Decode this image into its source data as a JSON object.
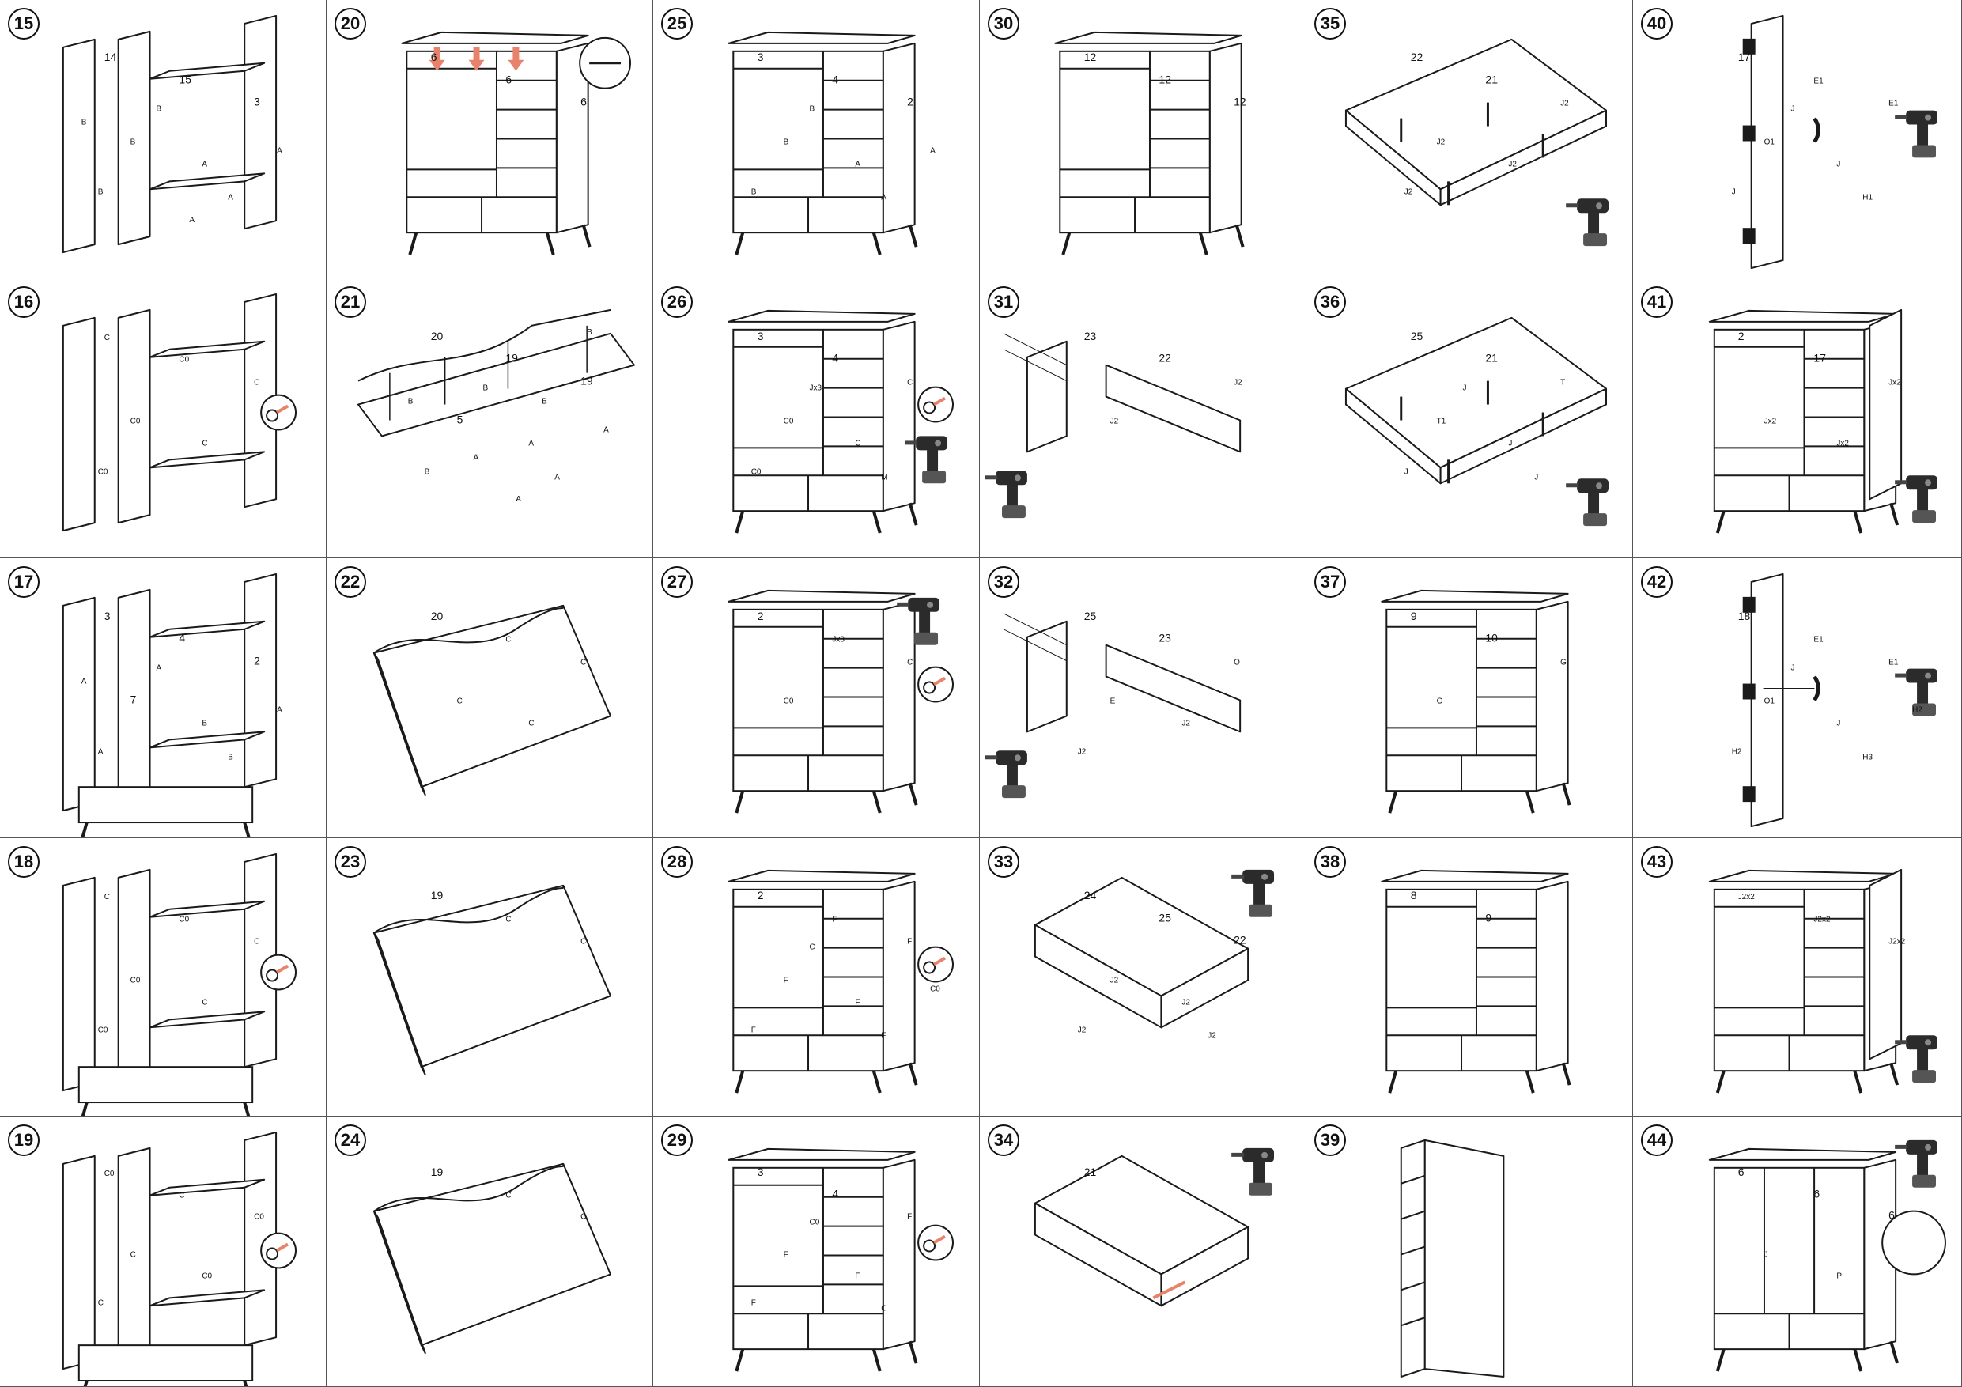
{
  "sheet": {
    "columns": 6,
    "rows": 5,
    "accent_arrow_color": "#e8826a",
    "line_color": "#1a1a1a",
    "steps": [
      {
        "number": "15",
        "kind": "frame",
        "labels": [
          "14",
          "15",
          "3",
          "B",
          "A",
          "B",
          "A",
          "B",
          "A",
          "B",
          "A"
        ]
      },
      {
        "number": "20",
        "kind": "wardrobe-partial",
        "labels": [
          "6",
          "6",
          "6"
        ]
      },
      {
        "number": "25",
        "kind": "wardrobe-open",
        "labels": [
          "3",
          "4",
          "2",
          "B",
          "A",
          "B",
          "A",
          "B",
          "A"
        ]
      },
      {
        "number": "30",
        "kind": "wardrobe-open",
        "labels": [
          "12",
          "12",
          "12"
        ]
      },
      {
        "number": "35",
        "kind": "panel-box",
        "labels": [
          "22",
          "21",
          "J2",
          "J2",
          "J2",
          "J2"
        ]
      },
      {
        "number": "40",
        "kind": "door-panel",
        "labels": [
          "17",
          "E1",
          "E1",
          "O1",
          "J",
          "J",
          "H1",
          "J"
        ]
      },
      {
        "number": "16",
        "kind": "frame",
        "labels": [
          "C",
          "C0",
          "C",
          "C0",
          "C",
          "C0"
        ]
      },
      {
        "number": "21",
        "kind": "base-frame",
        "labels": [
          "20",
          "19",
          "19",
          "5",
          "A",
          "B",
          "A",
          "B",
          "A",
          "B",
          "A",
          "B",
          "A",
          "B"
        ]
      },
      {
        "number": "26",
        "kind": "wardrobe-open",
        "labels": [
          "3",
          "4",
          "C",
          "C0",
          "C",
          "C0",
          "M",
          "Jx3"
        ]
      },
      {
        "number": "31",
        "kind": "rails",
        "labels": [
          "23",
          "22",
          "J2",
          "J2"
        ]
      },
      {
        "number": "36",
        "kind": "panel-box",
        "labels": [
          "25",
          "21",
          "T",
          "T1",
          "J",
          "J",
          "J",
          "J"
        ]
      },
      {
        "number": "41",
        "kind": "wardrobe-door",
        "labels": [
          "2",
          "17",
          "Jx2",
          "Jx2",
          "Jx2"
        ]
      },
      {
        "number": "17",
        "kind": "frame",
        "labels": [
          "3",
          "4",
          "2",
          "7",
          "B",
          "A",
          "B",
          "A",
          "A",
          "A"
        ]
      },
      {
        "number": "22",
        "kind": "flat-board",
        "labels": [
          "20",
          "C",
          "C",
          "C",
          "C"
        ]
      },
      {
        "number": "27",
        "kind": "wardrobe-open",
        "labels": [
          "2",
          "Jx3",
          "C",
          "C0"
        ]
      },
      {
        "number": "32",
        "kind": "rails",
        "labels": [
          "25",
          "23",
          "O",
          "E",
          "J2",
          "J2"
        ]
      },
      {
        "number": "37",
        "kind": "wardrobe-closed",
        "labels": [
          "9",
          "10",
          "G",
          "G"
        ]
      },
      {
        "number": "42",
        "kind": "door-panel",
        "labels": [
          "18",
          "E1",
          "E1",
          "O1",
          "J",
          "H2",
          "H3",
          "J",
          "H2"
        ]
      },
      {
        "number": "18",
        "kind": "frame",
        "labels": [
          "C",
          "C0",
          "C",
          "C0",
          "C",
          "C0"
        ]
      },
      {
        "number": "23",
        "kind": "flat-board",
        "labels": [
          "19",
          "C",
          "C"
        ]
      },
      {
        "number": "28",
        "kind": "wardrobe-open",
        "labels": [
          "2",
          "F",
          "F",
          "F",
          "F",
          "F",
          "F",
          "C",
          "C0"
        ]
      },
      {
        "number": "33",
        "kind": "drawer",
        "labels": [
          "24",
          "25",
          "22",
          "J2",
          "J2",
          "J2",
          "J2"
        ]
      },
      {
        "number": "38",
        "kind": "wardrobe-closed",
        "labels": [
          "8",
          "9"
        ]
      },
      {
        "number": "43",
        "kind": "wardrobe-door",
        "labels": [
          "J2x2",
          "J2x2",
          "J2x2"
        ]
      },
      {
        "number": "19",
        "kind": "frame",
        "labels": [
          "C0",
          "C",
          "C0",
          "C",
          "C0",
          "C"
        ]
      },
      {
        "number": "24",
        "kind": "flat-board",
        "labels": [
          "19",
          "C",
          "C"
        ]
      },
      {
        "number": "29",
        "kind": "wardrobe-open",
        "labels": [
          "3",
          "4",
          "F",
          "F",
          "F",
          "F",
          "C",
          "C0"
        ]
      },
      {
        "number": "34",
        "kind": "drawer",
        "labels": [
          "21"
        ]
      },
      {
        "number": "39",
        "kind": "wardrobe-side",
        "labels": []
      },
      {
        "number": "44",
        "kind": "wardrobe-doors",
        "labels": [
          "6",
          "6",
          "6",
          "J",
          "P"
        ]
      }
    ]
  }
}
